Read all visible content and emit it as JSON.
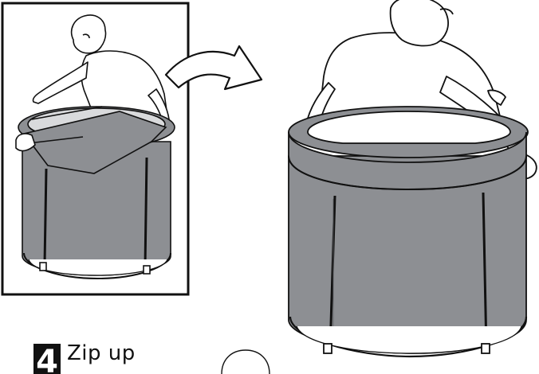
{
  "step": {
    "number": "4",
    "title": "Zip up"
  },
  "illustration": {
    "left_panel": "inset-before",
    "right_panel": "tub-after",
    "arrow": "curved-arrow-right",
    "colors": {
      "tub_fabric": "#8d8f93",
      "outline": "#111111",
      "frame_border": "#111111",
      "background": "#ffffff"
    }
  }
}
